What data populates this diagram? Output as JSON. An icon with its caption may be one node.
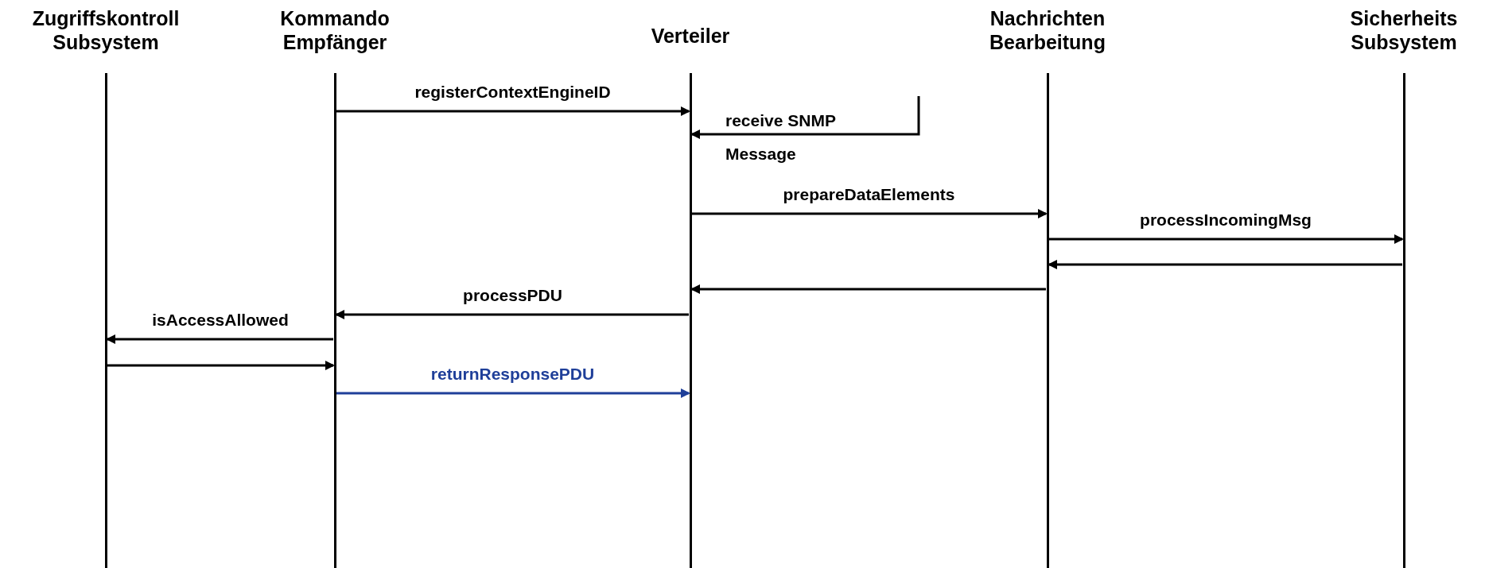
{
  "diagram": {
    "nodes": [
      {
        "text": [
          "Zugriffskontroll Subsystem"
        ]
      },
      {
        "text": [
          "Kommando Empfänger"
        ]
      },
      {
        "text": [
          "Verteiler"
        ]
      },
      {
        "text": [
          "Nachrichten Bearbeitung"
        ]
      },
      {
        "text": [
          "Sicherheits Subsystem"
        ]
      }
    ],
    "edges": [
      {
        "from": 1,
        "to": 2,
        "arrow": "to",
        "label": "registerContextEngineID"
      },
      {
        "from": null,
        "to": 2,
        "arrow": "to",
        "label": "receive SNMP Message"
      },
      {
        "from": 2,
        "to": 3,
        "arrow": "to",
        "label": "prepareDataElements"
      },
      {
        "from": 3,
        "to": 4,
        "arrow": "to",
        "label": "processIncomingMsg"
      },
      {
        "from": 4,
        "to": 3,
        "arrow": "to"
      },
      {
        "from": 3,
        "to": 2,
        "arrow": "to"
      },
      {
        "from": 2,
        "to": 1,
        "arrow": "to",
        "label": "processPDU"
      },
      {
        "from": 1,
        "to": 0,
        "arrow": "to",
        "label": "isAccessAllowed"
      },
      {
        "from": 0,
        "to": 1,
        "arrow": "to"
      },
      {
        "from": 1,
        "to": 2,
        "arrow": "to",
        "label": "returnResponsePDU",
        "color": "#1f3f99"
      }
    ]
  }
}
